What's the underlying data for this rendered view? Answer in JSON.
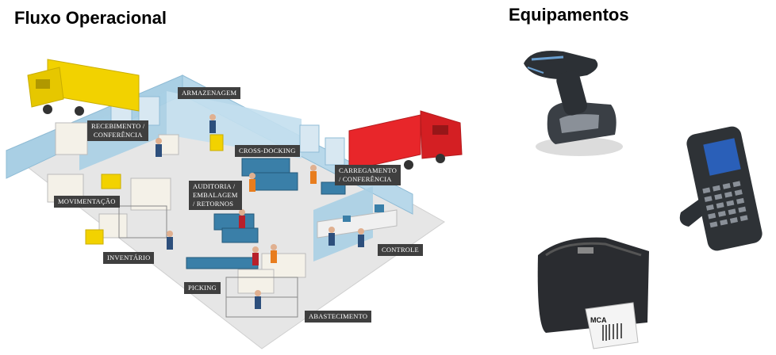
{
  "titles": {
    "left": "Fluxo Operacional",
    "right": "Equipamentos"
  },
  "labels": {
    "armazenagem": "ARMAZENAGEM",
    "recebimento": "RECEBIMENTO /\nCONFERÊNCIA",
    "cross_docking": "CROSS-DOCKING",
    "carregamento": "CARREGAMENTO\n/ CONFERÊNCIA",
    "auditoria": "AUDITORIA /\nEMBALAGEM\n/ RETORNOS",
    "movimentacao": "MOVIMENTAÇÃO",
    "inventario": "INVENTÁRIO",
    "controle": "CONTROLE",
    "picking": "PICKING",
    "abastecimento": "ABASTECIMENTO"
  },
  "colors": {
    "truck_yellow": "#f2d200",
    "truck_red": "#e8262a",
    "wall_blue": "#a9cfe4",
    "floor": "#e6e6e6",
    "label_bg": "#3f3f3f"
  },
  "equipment": {
    "scanner_icon": "barcode-scanner-icon",
    "terminal_icon": "handheld-terminal-icon",
    "printer_icon": "label-printer-icon",
    "printer_label_text": "MCA"
  }
}
